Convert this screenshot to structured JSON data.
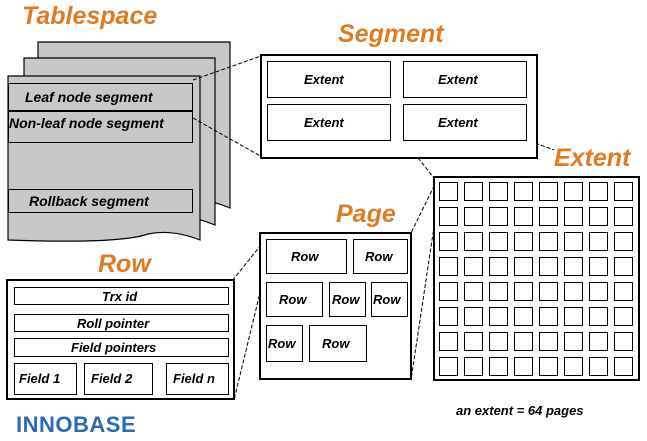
{
  "colors": {
    "title_orange": "#e07b24",
    "sheet_gray": "#c8c8c8",
    "logo_blue": "#2a6bb3",
    "line": "#000000"
  },
  "tablespace": {
    "title": "Tablespace",
    "segments": [
      "Leaf node segment",
      "Non-leaf node segment",
      "Rollback segment"
    ]
  },
  "segment": {
    "title": "Segment",
    "extents": [
      "Extent",
      "Extent",
      "Extent",
      "Extent"
    ]
  },
  "extent": {
    "title": "Extent",
    "grid_rows": 8,
    "grid_cols": 8
  },
  "page": {
    "title": "Page",
    "rows": [
      "Row",
      "Row",
      "Row",
      "Row",
      "Row",
      "Row",
      "Row"
    ]
  },
  "row": {
    "title": "Row",
    "fields": [
      "Trx id",
      "Roll pointer",
      "Field pointers"
    ],
    "columns": [
      "Field 1",
      "Field 2",
      "Field n"
    ]
  },
  "caption": "an extent = 64 pages",
  "logo": "INNOBASE"
}
